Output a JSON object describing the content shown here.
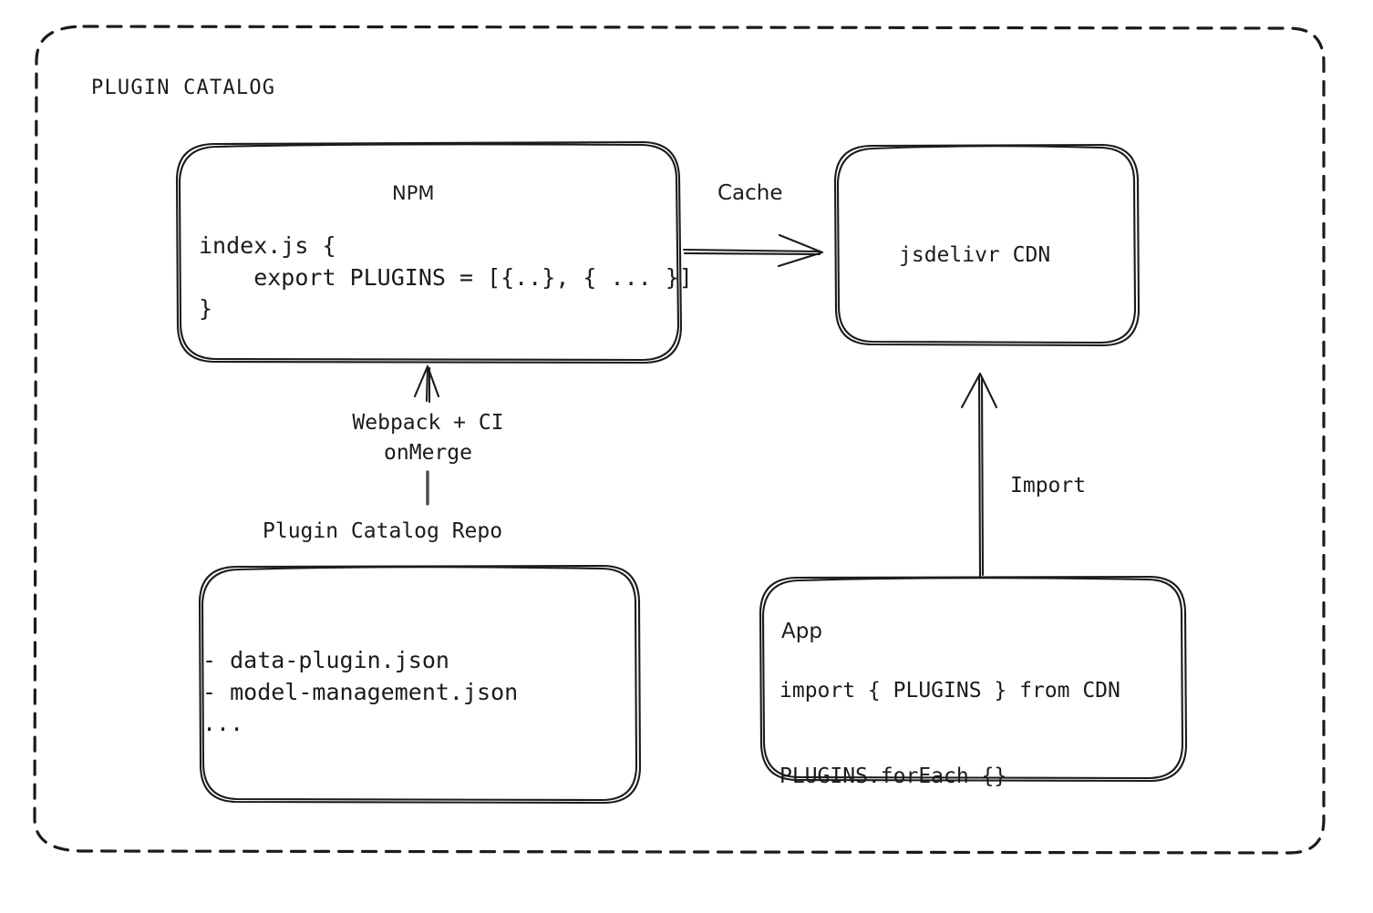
{
  "diagram": {
    "frame_label": "PLUGIN CATALOG",
    "stroke_color": "#1b1b1f",
    "background_color": "#ffffff"
  },
  "nodes": {
    "npm": {
      "title": "NPM",
      "code": "index.js {\n    export PLUGINS = [{..}, { ... }]\n}"
    },
    "cdn": {
      "title": "jsdelivr CDN"
    },
    "repo": {
      "title": "Plugin Catalog Repo",
      "files": "- data-plugin.json\n- model-management.json\n..."
    },
    "app": {
      "title": "App",
      "code": "import { PLUGINS } from CDN\n\nPLUGINS.forEach {}"
    }
  },
  "edges": {
    "npm_to_cdn": {
      "label": "Cache"
    },
    "repo_to_npm": {
      "label": "Webpack + CI\nonMerge"
    },
    "app_to_cdn": {
      "label": "Import"
    }
  }
}
